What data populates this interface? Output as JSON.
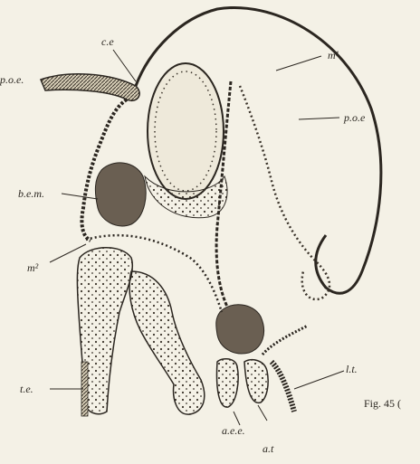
{
  "figure": {
    "caption": "Fig. 45 (",
    "labels": {
      "ce": "c.e",
      "m1": "m¹",
      "poe_left": "p.o.e.",
      "poe_right": "p.o.e",
      "bem": "b.e.m.",
      "m2": "m²",
      "te": "t.e.",
      "lt": "l.t.",
      "aee": "a.e.e.",
      "at": "a.t"
    }
  }
}
